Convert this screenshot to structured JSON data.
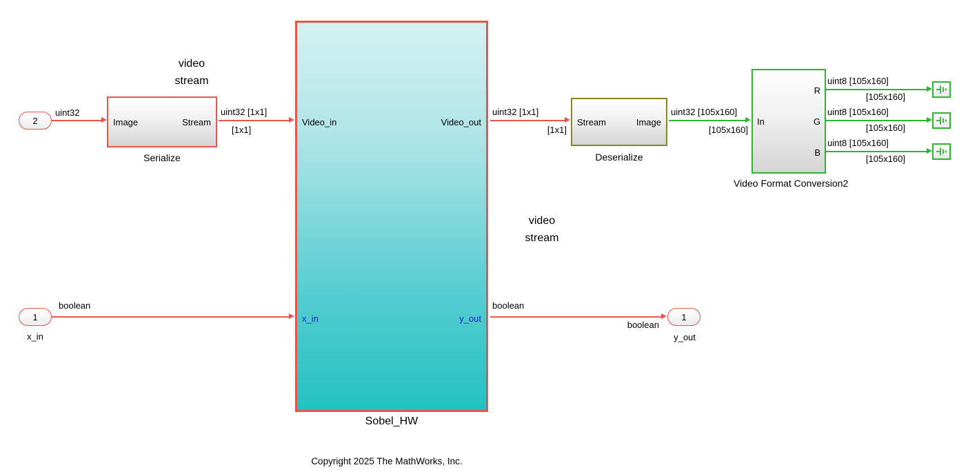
{
  "colors": {
    "highlight_red": "#E8554A",
    "green": "#2EB52E",
    "olive": "#8F831F",
    "signal_name_blue": "#1A1AE6",
    "sobel_fill_top": "#D6F1F3",
    "sobel_fill_bottom": "#23C1C3"
  },
  "annotations": {
    "video_stream_left": "video\nstream",
    "video_stream_right": "video\nstream",
    "copyright": "Copyright 2025 The MathWorks, Inc."
  },
  "inports": {
    "in2": {
      "number": "2"
    },
    "in1": {
      "number": "1",
      "label": "x_in"
    }
  },
  "outports": {
    "out1": {
      "number": "1",
      "label": "y_out"
    }
  },
  "blocks": {
    "serialize": {
      "name": "Serialize",
      "in": "Image",
      "out": "Stream"
    },
    "sobel": {
      "name": "Sobel_HW",
      "in1": "Video_in",
      "out1": "Video_out",
      "in2": "x_in",
      "out2": "y_out"
    },
    "deserialize": {
      "name": "Deserialize",
      "in": "Stream",
      "out": "Image"
    },
    "vfc": {
      "name": "Video Format\nConversion2",
      "in": "In",
      "r": "R",
      "g": "G",
      "b": "B"
    }
  },
  "signals": {
    "in2_to_serialize": {
      "top": "uint32"
    },
    "serialize_to_sobel": {
      "top": "uint32 [1x1]",
      "bottom": "[1x1]"
    },
    "sobel_to_deserialize": {
      "top": "uint32 [1x1]",
      "bottom": "[1x1]"
    },
    "deserialize_to_vfc": {
      "top": "uint32 [105x160]",
      "bottom": "[105x160]"
    },
    "r_out": {
      "top": "uint8 [105x160]",
      "bottom": "[105x160]"
    },
    "g_out": {
      "top": "uint8 [105x160]",
      "bottom": "[105x160]"
    },
    "b_out": {
      "top": "uint8 [105x160]",
      "bottom": "[105x160]"
    },
    "in1_to_sobel": {
      "top": "boolean"
    },
    "sobel_to_out1": {
      "top": "boolean",
      "near_port": "boolean"
    }
  }
}
